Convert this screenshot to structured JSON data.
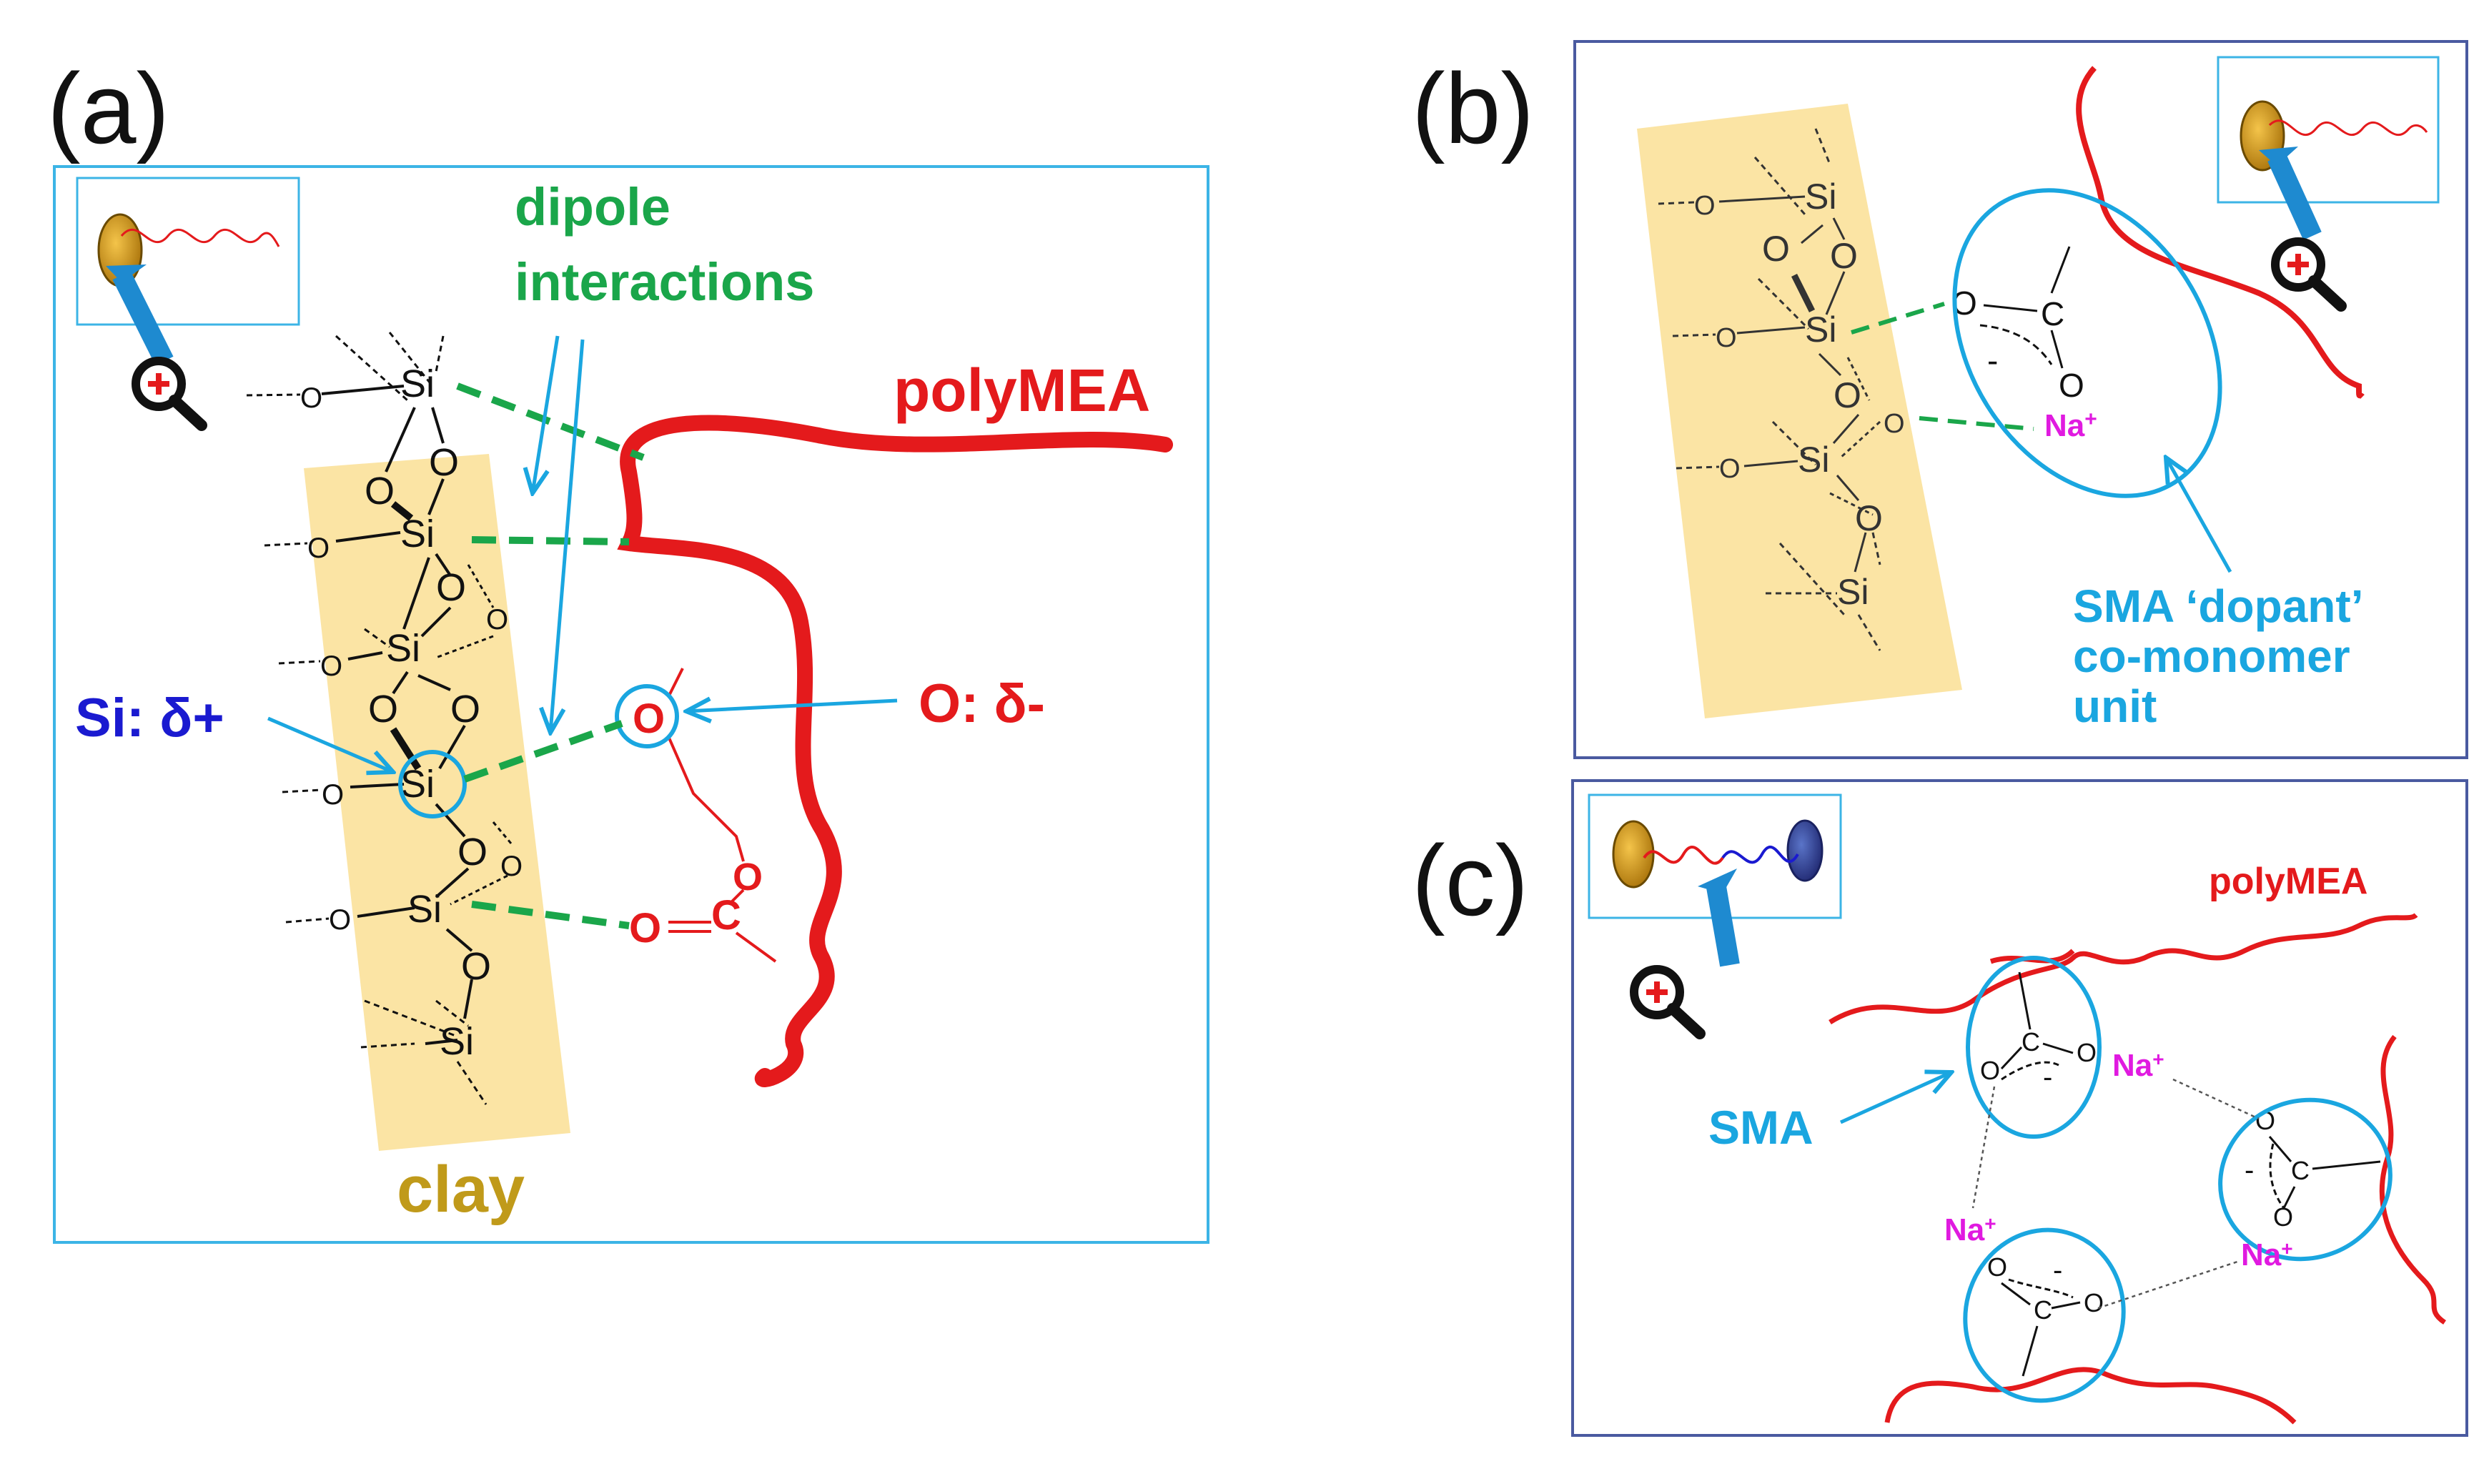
{
  "panels": {
    "a": {
      "label": "(a)",
      "dipole_line1": "dipole",
      "dipole_line2": "interactions",
      "polymea": "polyMEA",
      "si_charge": "Si: δ+",
      "o_charge": "O: δ-",
      "clay": "clay"
    },
    "b": {
      "label": "(b)",
      "sma_line1": "SMA ‘dopant’",
      "sma_line2": "co-monomer",
      "sma_line3": "unit"
    },
    "c": {
      "label": "(c)",
      "polymea": "polyMEA",
      "sma": "SMA"
    }
  },
  "atoms": {
    "silicon": "Si",
    "oxygen": "O",
    "carbon": "C",
    "sodium": "Na",
    "plus": "+",
    "minus": "-"
  },
  "colors": {
    "polymer_red": "#e41a1c",
    "dipole_green": "#1aa64a",
    "highlight_cyan": "#1aa6e0",
    "charge_blue": "#1a1ad0",
    "clay_fill": "#fbe4a4",
    "clay_text": "#c09a1a",
    "sodium_magenta": "#e01ae0",
    "panel_a_border": "#3cb4e6",
    "panel_bc_border": "#4a5aa0"
  },
  "icons": [
    "magnifier-plus-icon",
    "nanoparticle-chain-icon"
  ]
}
